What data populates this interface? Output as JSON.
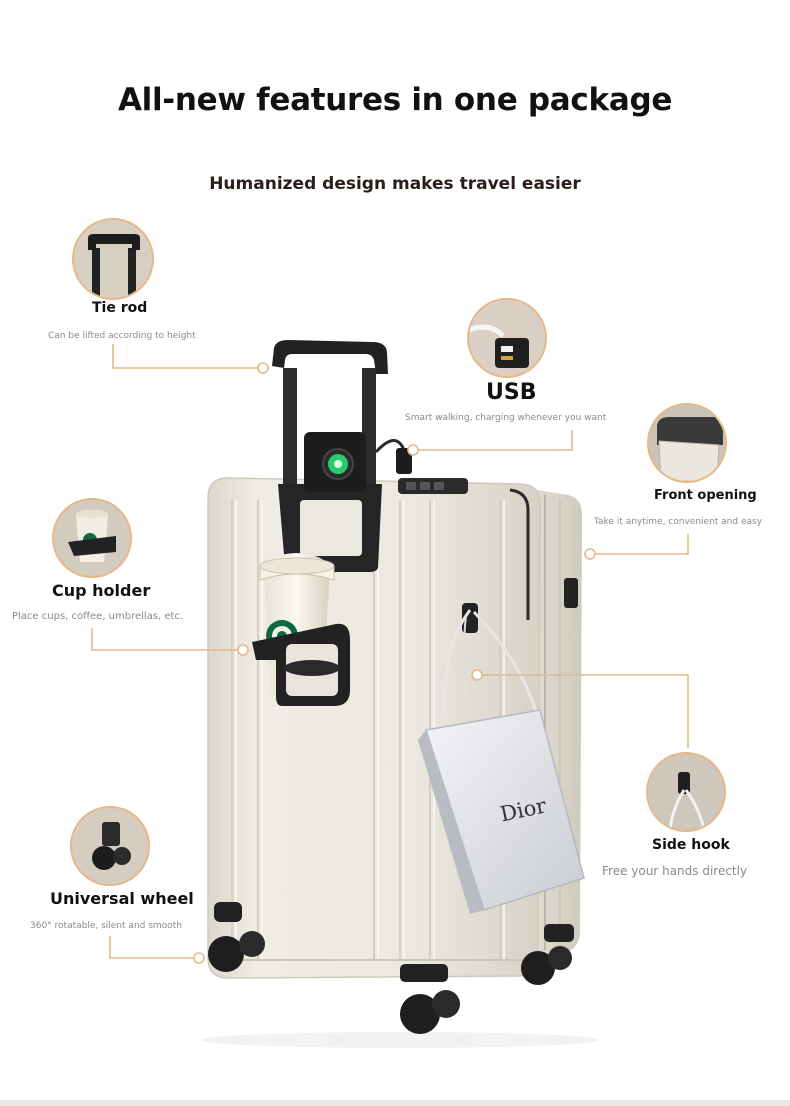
{
  "header": {
    "title": "All-new features in one package",
    "subtitle": "Humanized design makes travel easier"
  },
  "features": {
    "tie_rod": {
      "label": "Tie rod",
      "desc": "Can be lifted according to height"
    },
    "usb": {
      "label": "USB",
      "desc": "Smart walking, charging whenever you want"
    },
    "front_opening": {
      "label": "Front opening",
      "desc": "Take it anytime, convenient and easy"
    },
    "cup_holder": {
      "label": "Cup holder",
      "desc": "Place cups, coffee, umbrellas, etc."
    },
    "side_hook": {
      "label": "Side hook",
      "desc": "Free your hands directly"
    },
    "universal_wheel": {
      "label": "Universal wheel",
      "desc": "360°  rotatable, silent and smooth"
    }
  },
  "bag": {
    "brand": "Dior"
  },
  "colors": {
    "accent_line": "#e6b886",
    "suitcase": "#ebe8df",
    "suitcase_shadow": "#d8d4c8",
    "hardware": "#1f1f1f"
  },
  "icons": [
    "handle-icon",
    "usb-port-icon",
    "front-pocket-icon",
    "cup-icon",
    "hook-icon",
    "wheel-icon"
  ]
}
